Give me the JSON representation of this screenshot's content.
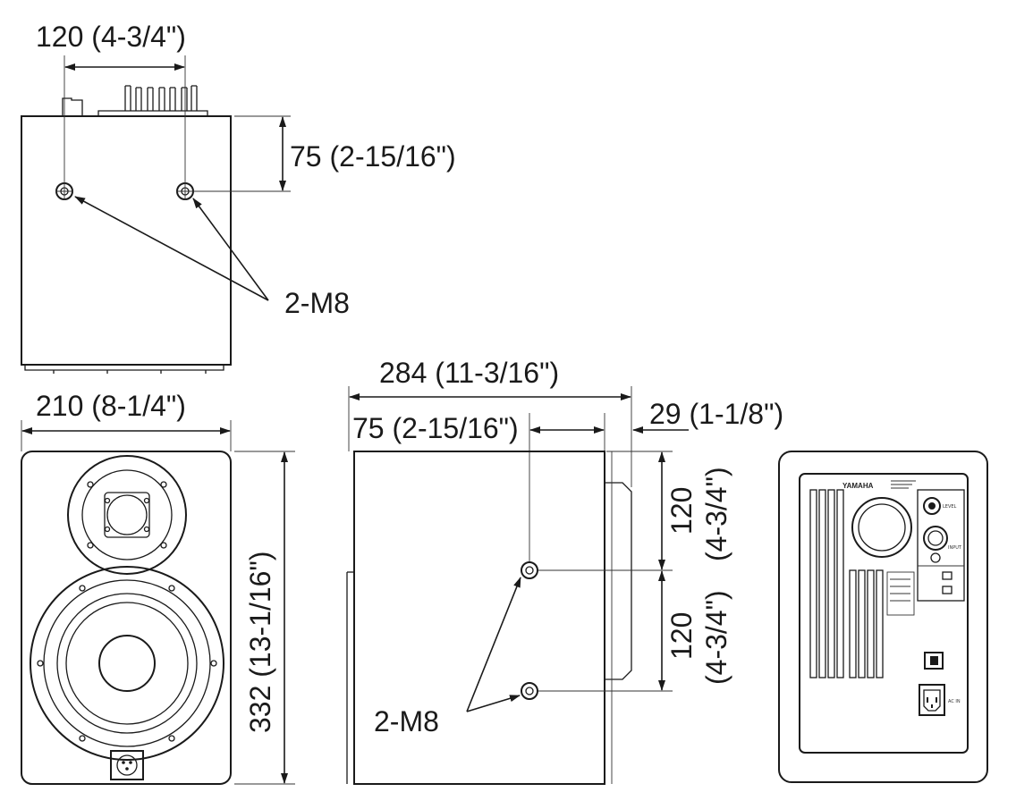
{
  "top_view": {
    "width_label": "120 (4-3/4\")",
    "depth_label": "75 (2-15/16\")",
    "screw_label": "2-M8"
  },
  "front_view": {
    "width_label": "210 (8-1/4\")",
    "height_label": "332 (13-1/16\")"
  },
  "side_view": {
    "depth_label": "284 (11-3/16\")",
    "offset_label": "75 (2-15/16\")",
    "rear_label": "29 (1-1/8\")",
    "upper_spacing_mm": "120",
    "upper_spacing_in": "(4-3/4\")",
    "lower_spacing_mm": "120",
    "lower_spacing_in": "(4-3/4\")",
    "screw_label": "2-M8"
  },
  "rear_panel": {
    "brand": "YAMAHA",
    "level_label": "LEVEL",
    "input_label": "INPUT",
    "ac_label": "AC IN"
  },
  "icons": [
    "screw-hole-icon",
    "xlr-connector-icon",
    "power-switch-icon",
    "ac-inlet-icon",
    "volume-knob-icon"
  ]
}
